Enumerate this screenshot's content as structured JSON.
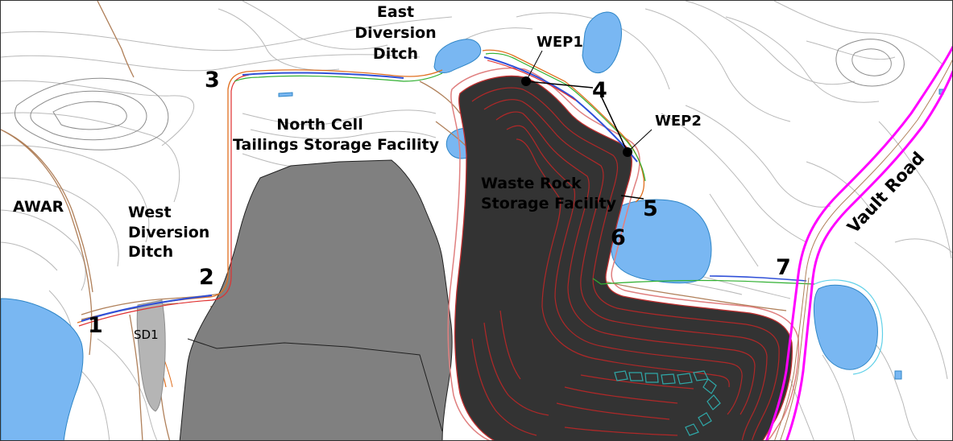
{
  "labels": {
    "east_ditch": [
      "East",
      "Diversion",
      "Ditch"
    ],
    "west_ditch": [
      "West",
      "Diversion",
      "Ditch"
    ],
    "north_cell": [
      "North Cell",
      "Tailings Storage Facility"
    ],
    "waste_rock": [
      "Waste Rock",
      "Storage Facility"
    ],
    "awar": "AWAR",
    "vault_road": "Vault Road",
    "sd1": "SD1",
    "wep1": "WEP1",
    "wep2": "WEP2"
  },
  "points": [
    "1",
    "2",
    "3",
    "4",
    "5",
    "6",
    "7"
  ],
  "colors": {
    "water": "#79b7f2",
    "water_edge": "#2f86c7",
    "tailings_fill": "#808080",
    "waste_rock_fill": "#333333",
    "waste_rock_contours": "#b02828",
    "vault_road": "#ff00ff",
    "ditch_blue": "#3050d8",
    "ditch_green": "#30b030",
    "ditch_orange": "#e07020",
    "ditch_red": "#e03030",
    "road": "#b0805a"
  }
}
